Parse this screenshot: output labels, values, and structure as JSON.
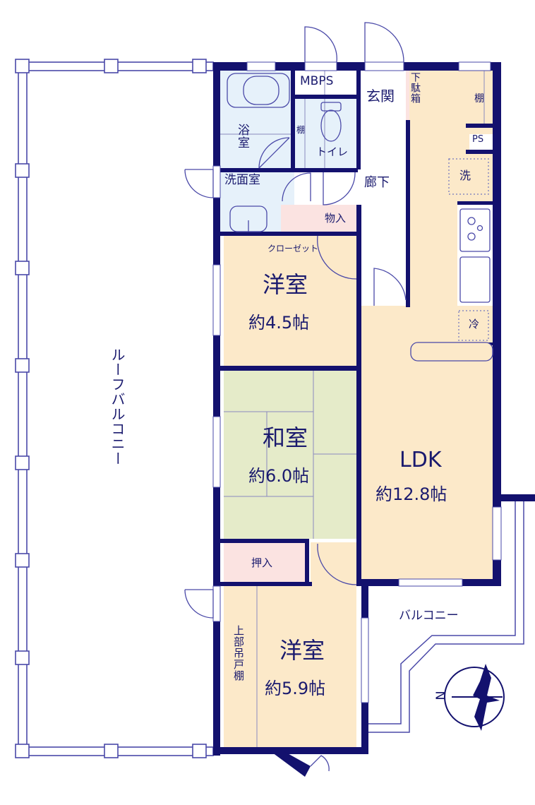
{
  "colors": {
    "wall": "#13116e",
    "line": "#4a49a8",
    "western_room": "#fce9c9",
    "japanese_room": "#e5ebc9",
    "wet_area": "#e6f1fa",
    "storage": "#fbe3e1",
    "white": "#ffffff"
  },
  "rooms": {
    "bath": {
      "label": "浴室"
    },
    "washroom": {
      "label": "洗面室"
    },
    "mbps": {
      "label": "MBPS"
    },
    "toilet": {
      "label": "トイレ",
      "shelf": "棚"
    },
    "entrance": {
      "label": "玄関"
    },
    "shoe_box": {
      "label": "下駄箱"
    },
    "shelf_top": {
      "label": "棚"
    },
    "ps": {
      "label": "PS"
    },
    "washer": {
      "label": "洗"
    },
    "fridge": {
      "label": "冷"
    },
    "hallway": {
      "label": "廊下"
    },
    "storage_small": {
      "label": "物入"
    },
    "closet": {
      "label": "クローゼット"
    },
    "western1": {
      "label": "洋室",
      "size": "約4.5帖"
    },
    "japanese": {
      "label": "和室",
      "size": "約6.0帖"
    },
    "ldk": {
      "label": "LDK",
      "size": "約12.8帖"
    },
    "oshiire": {
      "label": "押入"
    },
    "upper_cabinet": {
      "label": "上部吊戸棚"
    },
    "western2": {
      "label": "洋室",
      "size": "約5.9帖"
    },
    "balcony": {
      "label": "バルコニー"
    },
    "roof_balcony": {
      "label": "ルーフバルコニー"
    }
  },
  "compass": {
    "label": "N",
    "icon": "crane-compass-icon"
  }
}
